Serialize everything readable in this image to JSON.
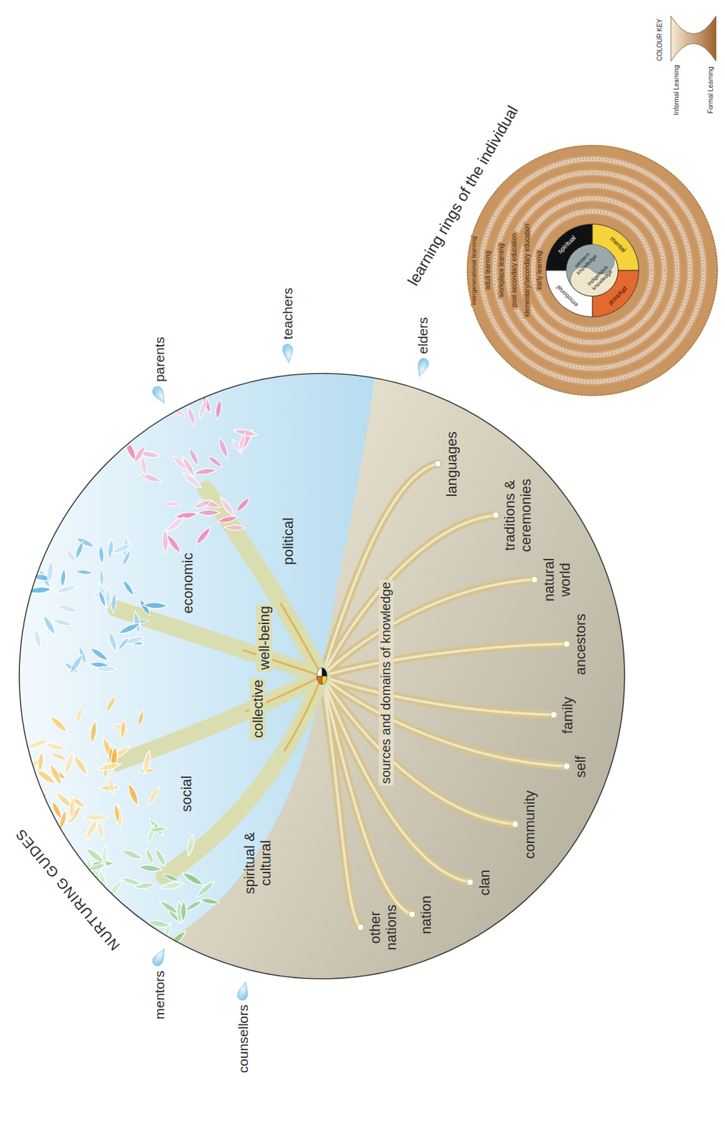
{
  "diagram": {
    "labels": [
      "NURTURING GUIDES",
      "parents",
      "teachers",
      "elders",
      "mentors",
      "counsellors",
      "political",
      "economic",
      "social",
      "spiritual & cultural",
      "collective",
      "well-being",
      "sources and domains of knowledge",
      "languages",
      "traditions & ceremonies",
      "natural world",
      "ancestors",
      "family",
      "self",
      "community",
      "clan",
      "nation",
      "other nations",
      "learning rings of the individual",
      "intergenerational learning",
      "adult learning",
      "workplace learning",
      "post-secondary education",
      "elementary/secondary education",
      "early learning",
      "spiritual",
      "mental",
      "physical",
      "emotional",
      "western knowledge",
      "indigenous knowledge",
      "COLOUR KEY"
    ],
    "legend": [
      {
        "text": "Informal Learning"
      },
      {
        "text": "Formal Learning"
      }
    ]
  }
}
